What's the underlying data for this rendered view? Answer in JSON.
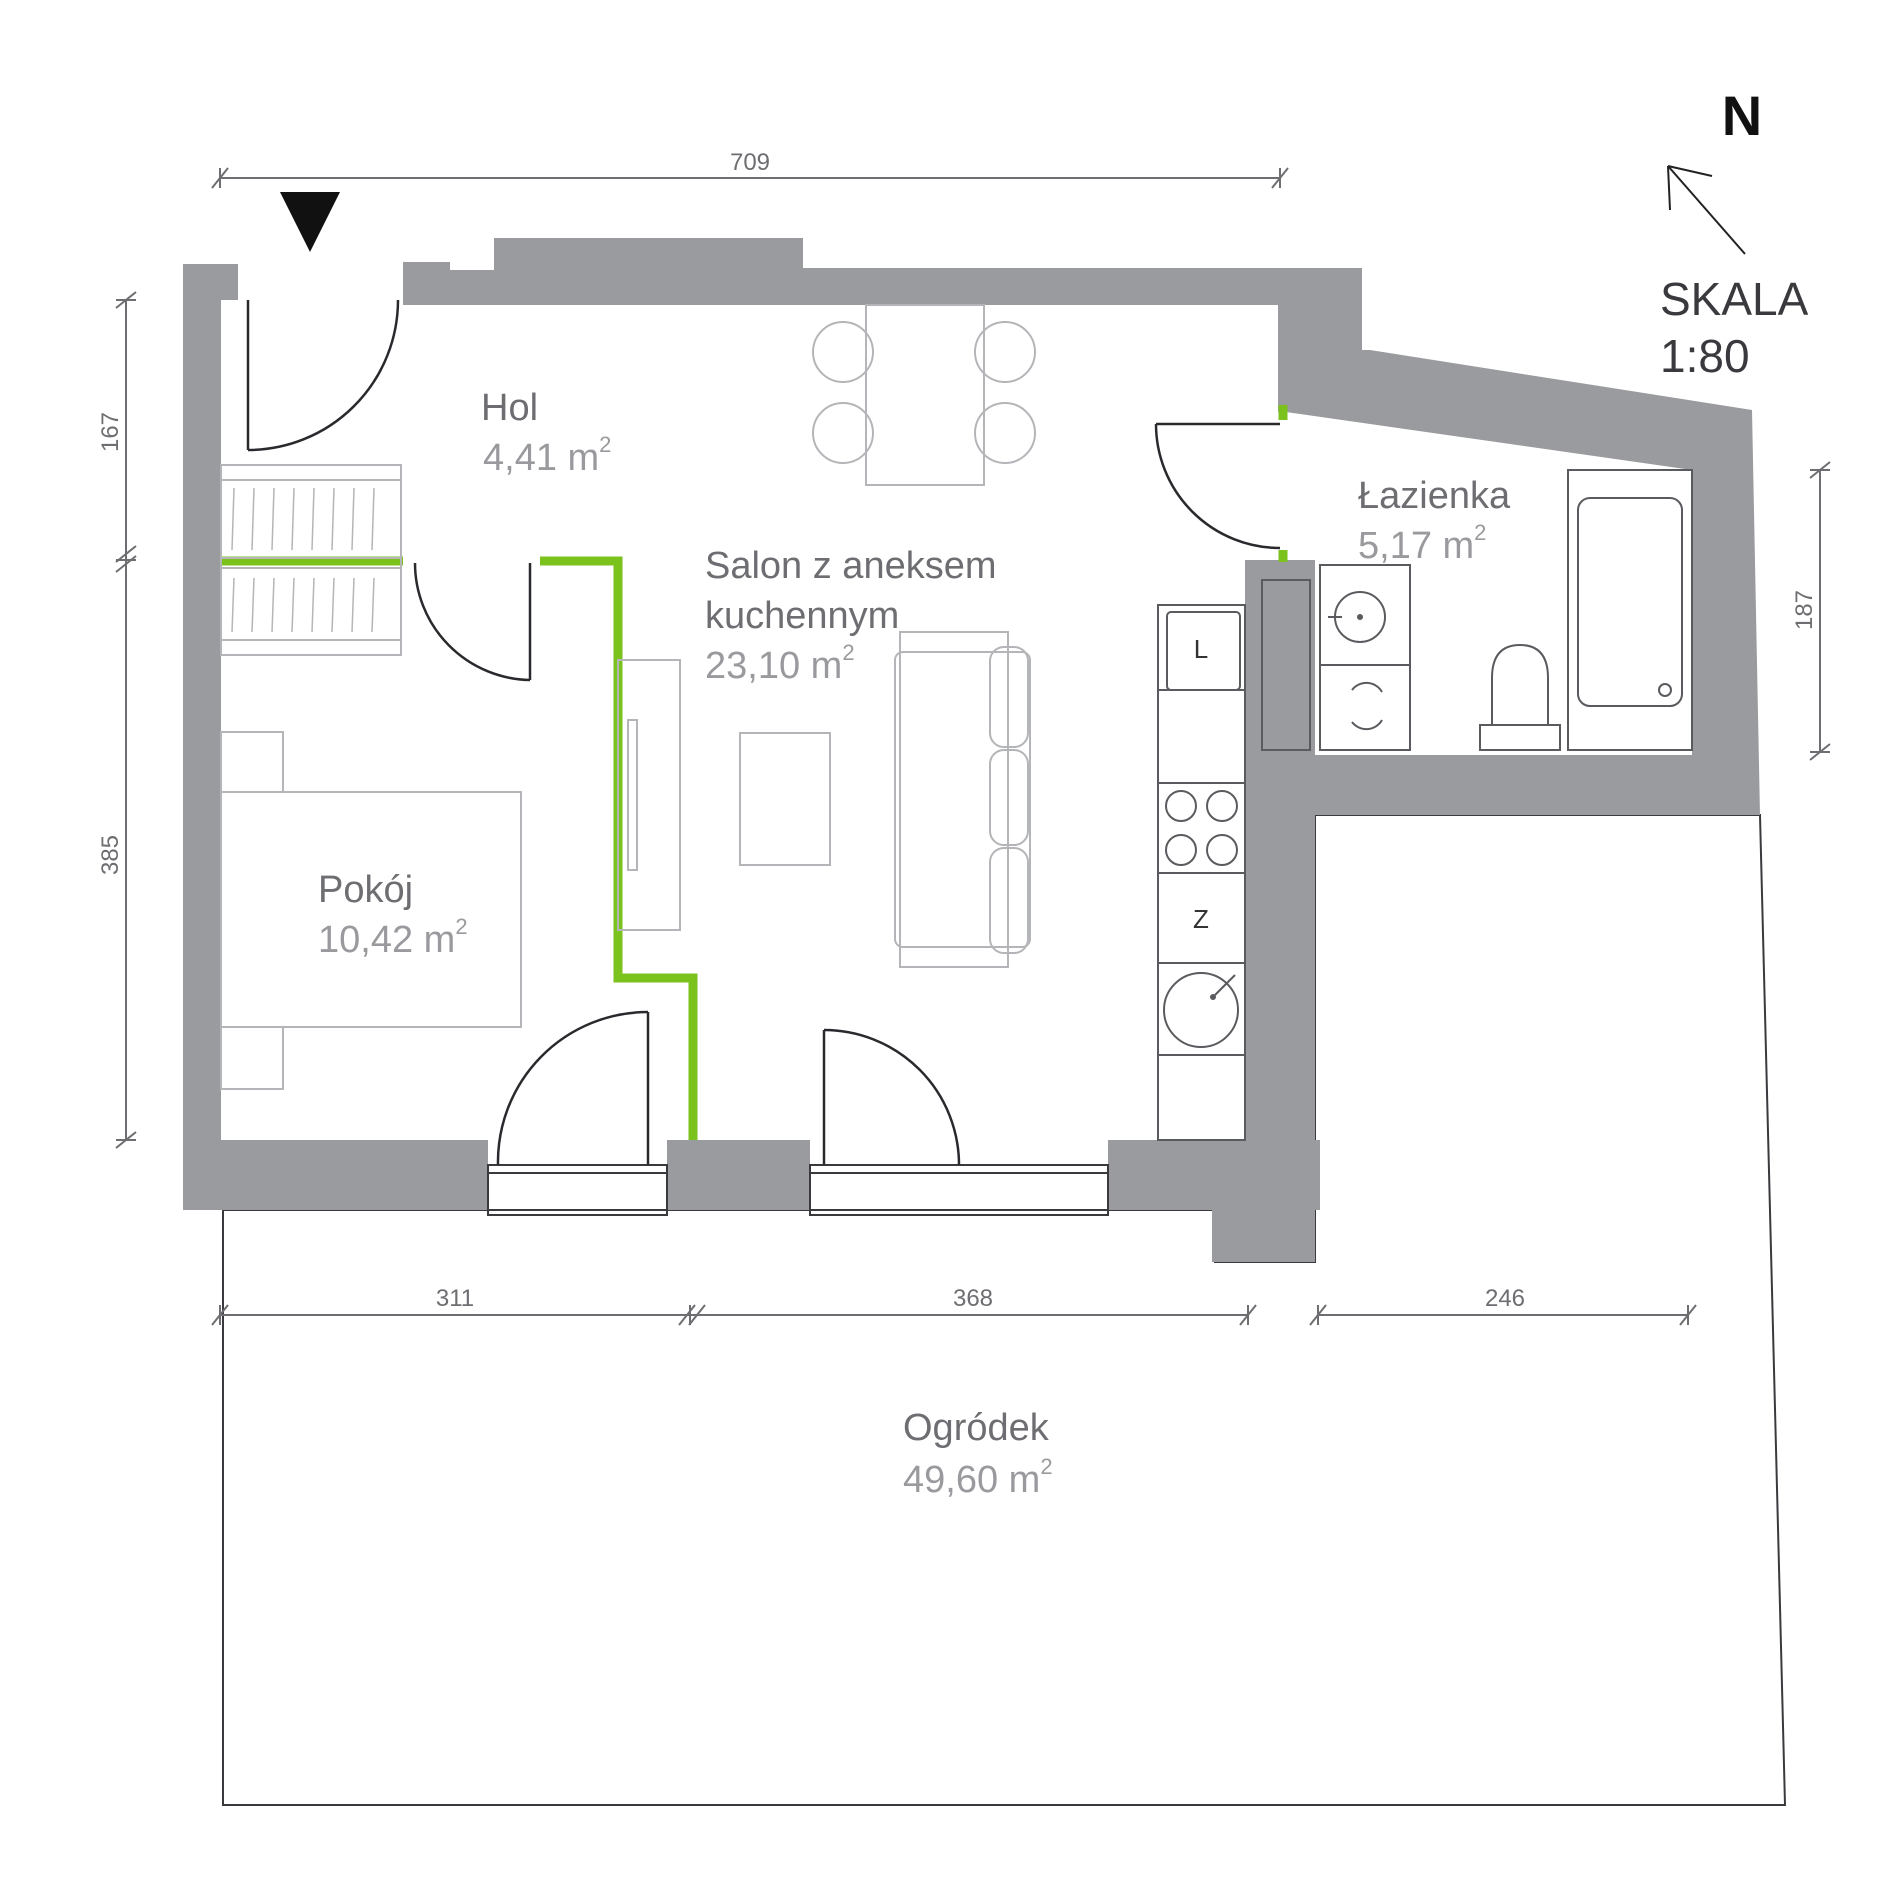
{
  "plan": {
    "north_label": "N",
    "scale_label": "SKALA",
    "scale_value": "1:80",
    "rooms": [
      {
        "id": "hol",
        "name": "Hol",
        "area": "4,41 m",
        "unit_sup": "2"
      },
      {
        "id": "salon",
        "name_line1": "Salon z aneksem",
        "name_line2": "kuchennym",
        "area": "23,10 m",
        "unit_sup": "2"
      },
      {
        "id": "lazienka",
        "name": "Łazienka",
        "area": "5,17 m",
        "unit_sup": "2"
      },
      {
        "id": "pokoj",
        "name": "Pokój",
        "area": "10,42 m",
        "unit_sup": "2"
      },
      {
        "id": "ogrodek",
        "name": "Ogródek",
        "area": "49,60 m",
        "unit_sup": "2"
      }
    ],
    "dimensions": {
      "top": "709",
      "left_upper": "167",
      "left_lower": "385",
      "right": "187",
      "bottom_1": "311",
      "bottom_2": "368",
      "bottom_3": "246"
    },
    "appliances": {
      "fridge": "L",
      "freezer": "Z"
    },
    "colors": {
      "wall": "#9a9b9e",
      "accent_wall": "#7cc21d",
      "furniture": "#b4b5b8",
      "text": "#6e6e72"
    }
  }
}
